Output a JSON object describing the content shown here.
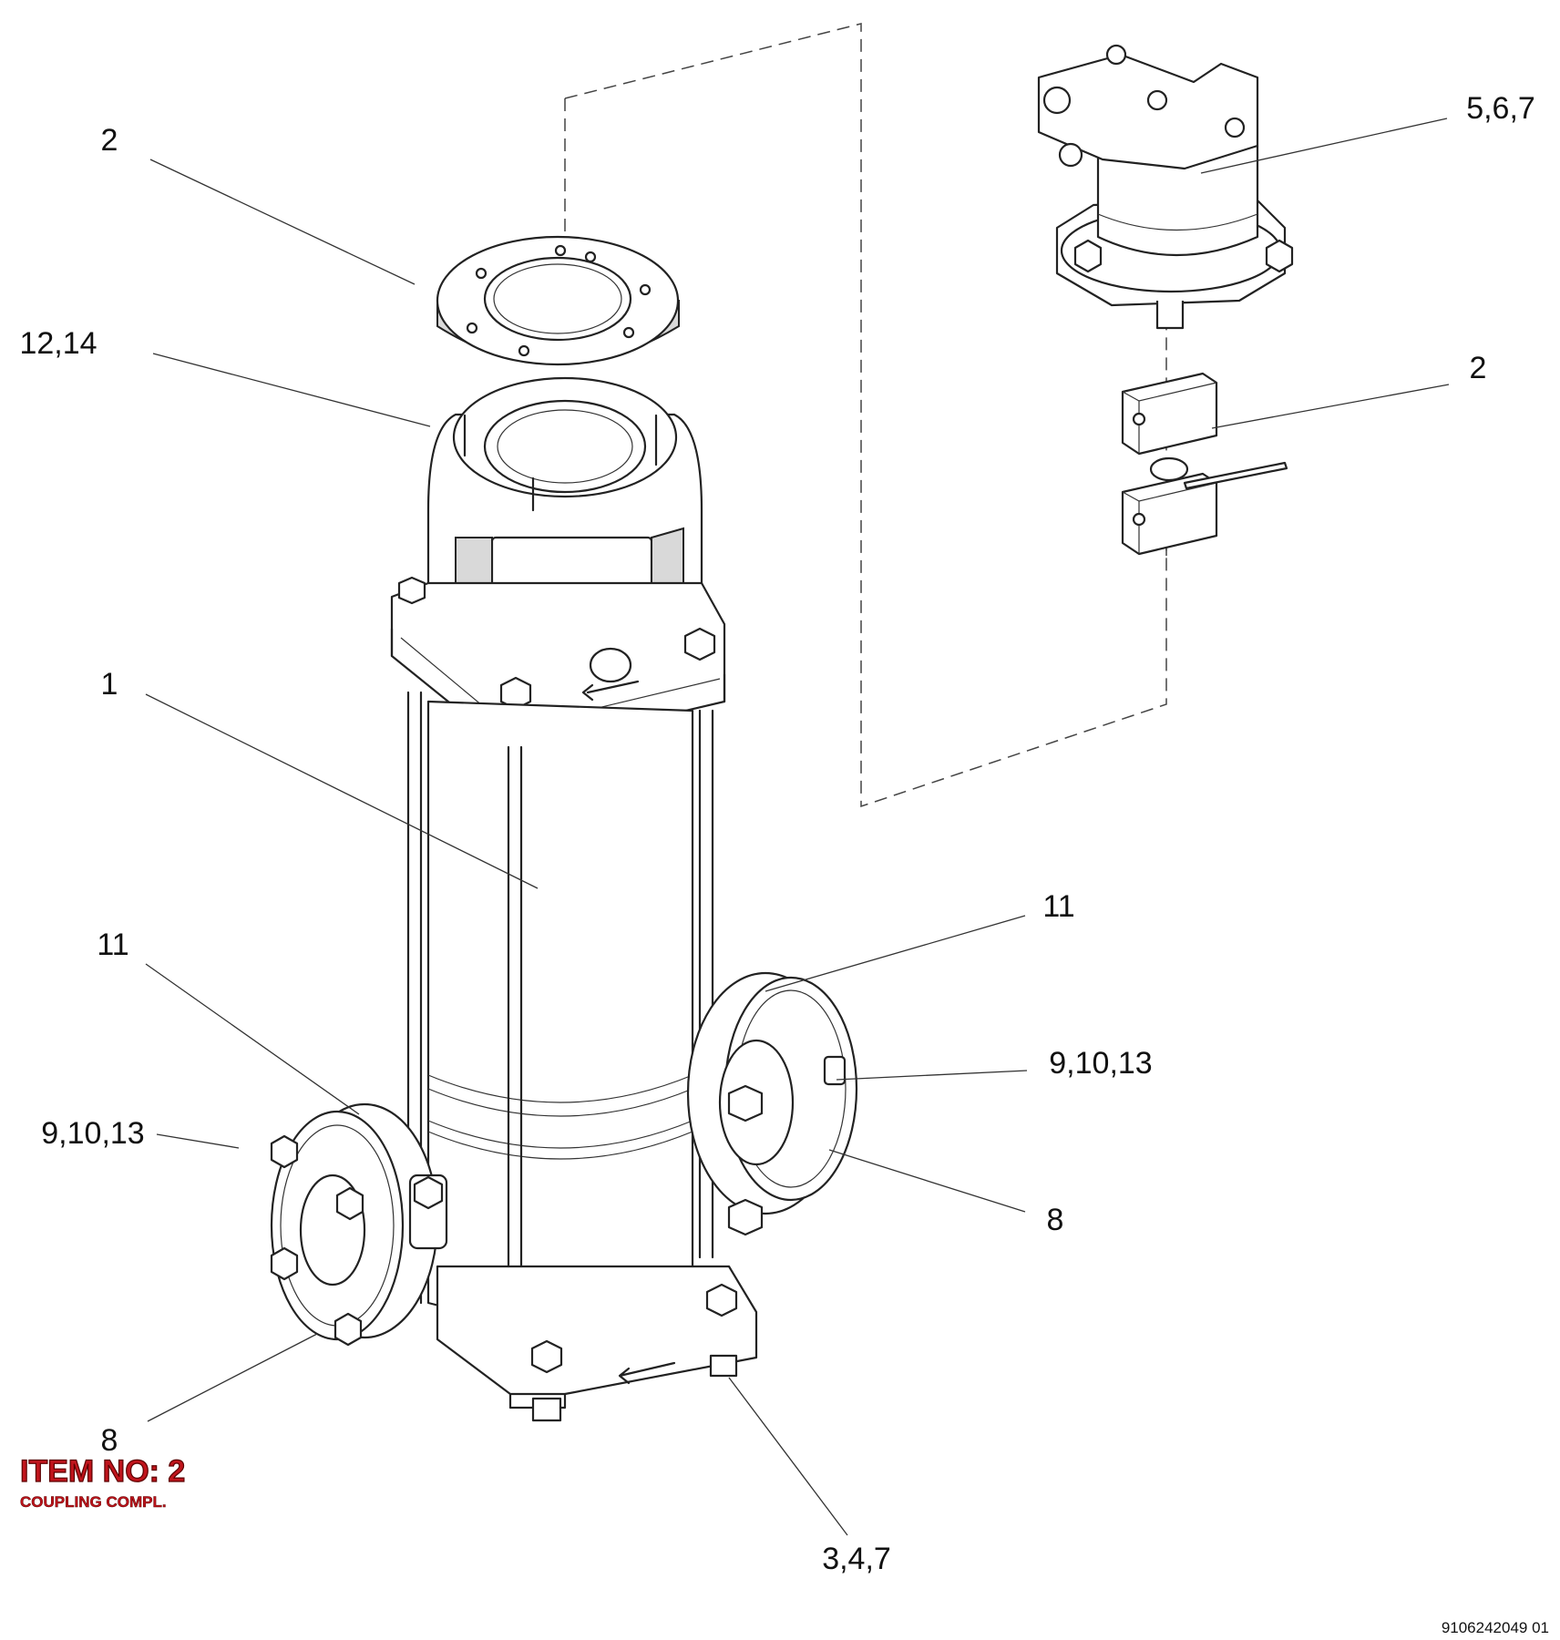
{
  "callouts": {
    "flange_top": "2",
    "bracket": "12,14",
    "motor_stool": "5,6,7",
    "coupling": "2",
    "sleeve": "1",
    "gasket_left": "11",
    "gasket_right": "11",
    "bolts_left": "9,10,13",
    "bolts_right": "9,10,13",
    "flange_right": "8",
    "flange_left": "8",
    "base_bolts": "3,4,7"
  },
  "stamp": {
    "title": "ITEM NO: 2",
    "subtitle": "COUPLING COMPL.",
    "color": "#c0141c"
  },
  "document_number": "9106242049 01"
}
